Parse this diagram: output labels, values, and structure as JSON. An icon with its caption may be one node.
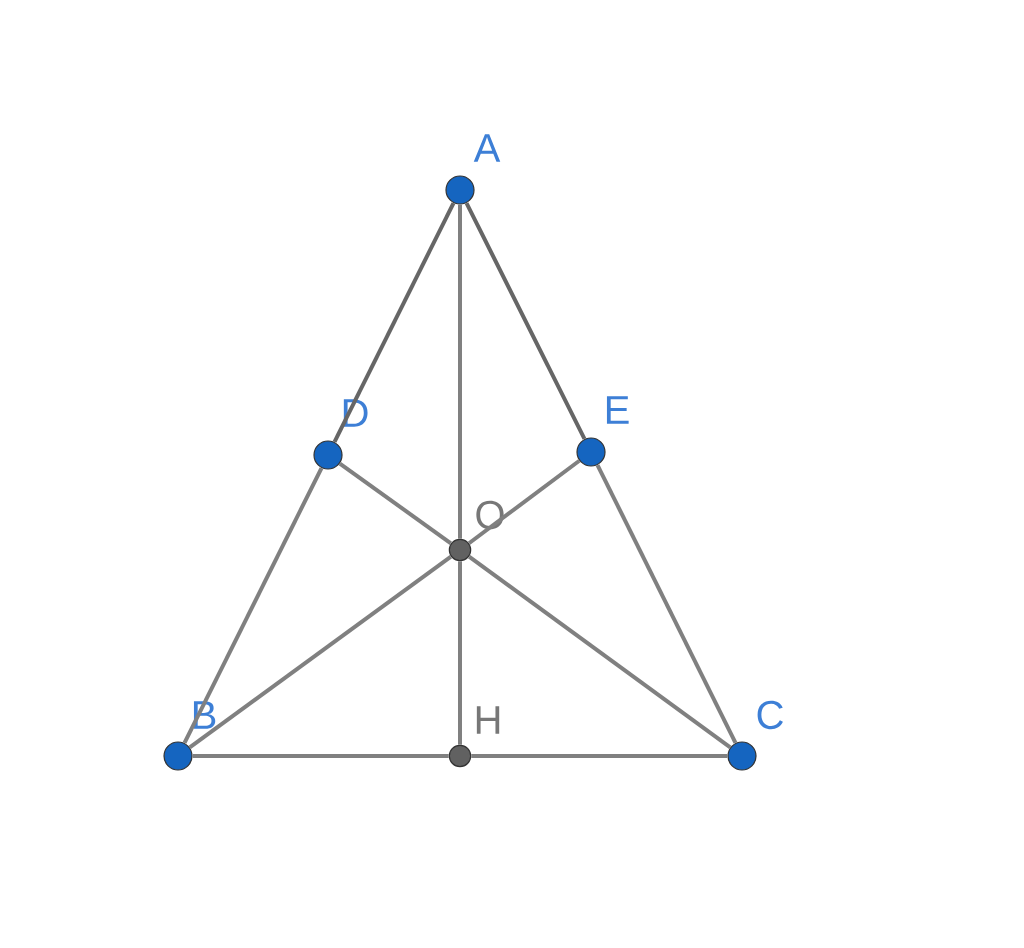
{
  "diagram": {
    "nodes": [
      {
        "text": [],
        "shape": "circle",
        "beside": [
          "A"
        ]
      },
      {
        "text": [],
        "shape": "circle",
        "beside": [
          "D"
        ]
      },
      {
        "text": [],
        "shape": "circle",
        "beside": [
          "E"
        ]
      },
      {
        "text": [],
        "shape": "circle",
        "beside": [
          "O"
        ]
      },
      {
        "text": [],
        "shape": "circle",
        "beside": [
          "B"
        ]
      },
      {
        "text": [],
        "shape": "circle",
        "beside": [
          "H"
        ]
      },
      {
        "text": [],
        "shape": "circle",
        "beside": [
          "C"
        ]
      }
    ],
    "edges": [
      {
        "from": 0,
        "to": 1,
        "arrow": "none",
        "color": "#666666"
      },
      {
        "from": 1,
        "to": 4,
        "arrow": "none"
      },
      {
        "from": 0,
        "to": 2,
        "arrow": "none",
        "color": "#666666"
      },
      {
        "from": 2,
        "to": 6,
        "arrow": "none"
      },
      {
        "from": 4,
        "to": 5,
        "arrow": "none"
      },
      {
        "from": 5,
        "to": 6,
        "arrow": "none"
      },
      {
        "from": 0,
        "to": 3,
        "arrow": "none"
      },
      {
        "from": 3,
        "to": 5,
        "arrow": "none"
      },
      {
        "from": 4,
        "to": 3,
        "arrow": "none"
      },
      {
        "from": 3,
        "to": 2,
        "arrow": "none"
      },
      {
        "from": 6,
        "to": 3,
        "arrow": "none"
      },
      {
        "from": 3,
        "to": 1,
        "arrow": "none"
      }
    ]
  }
}
